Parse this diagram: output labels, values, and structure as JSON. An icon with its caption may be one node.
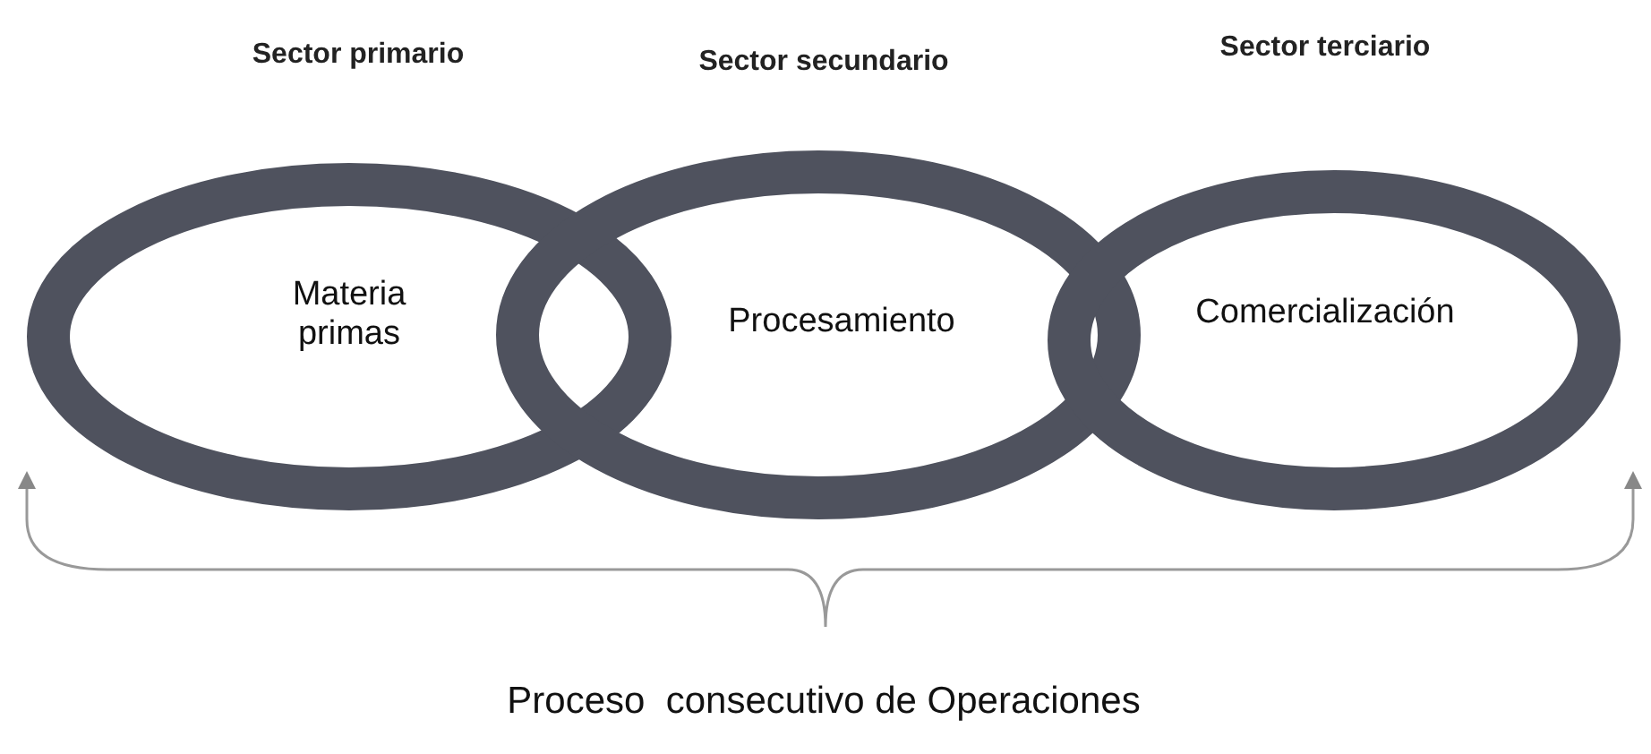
{
  "diagram": {
    "nodes": [
      {
        "text": [
          "Sector primario",
          "Materia primas"
        ]
      },
      {
        "text": [
          "Sector secundario",
          "Procesamiento"
        ]
      },
      {
        "text": [
          "Sector terciario",
          "Comercialización"
        ]
      }
    ],
    "labels": [
      "Proceso  consecutivo de Operaciones"
    ]
  }
}
